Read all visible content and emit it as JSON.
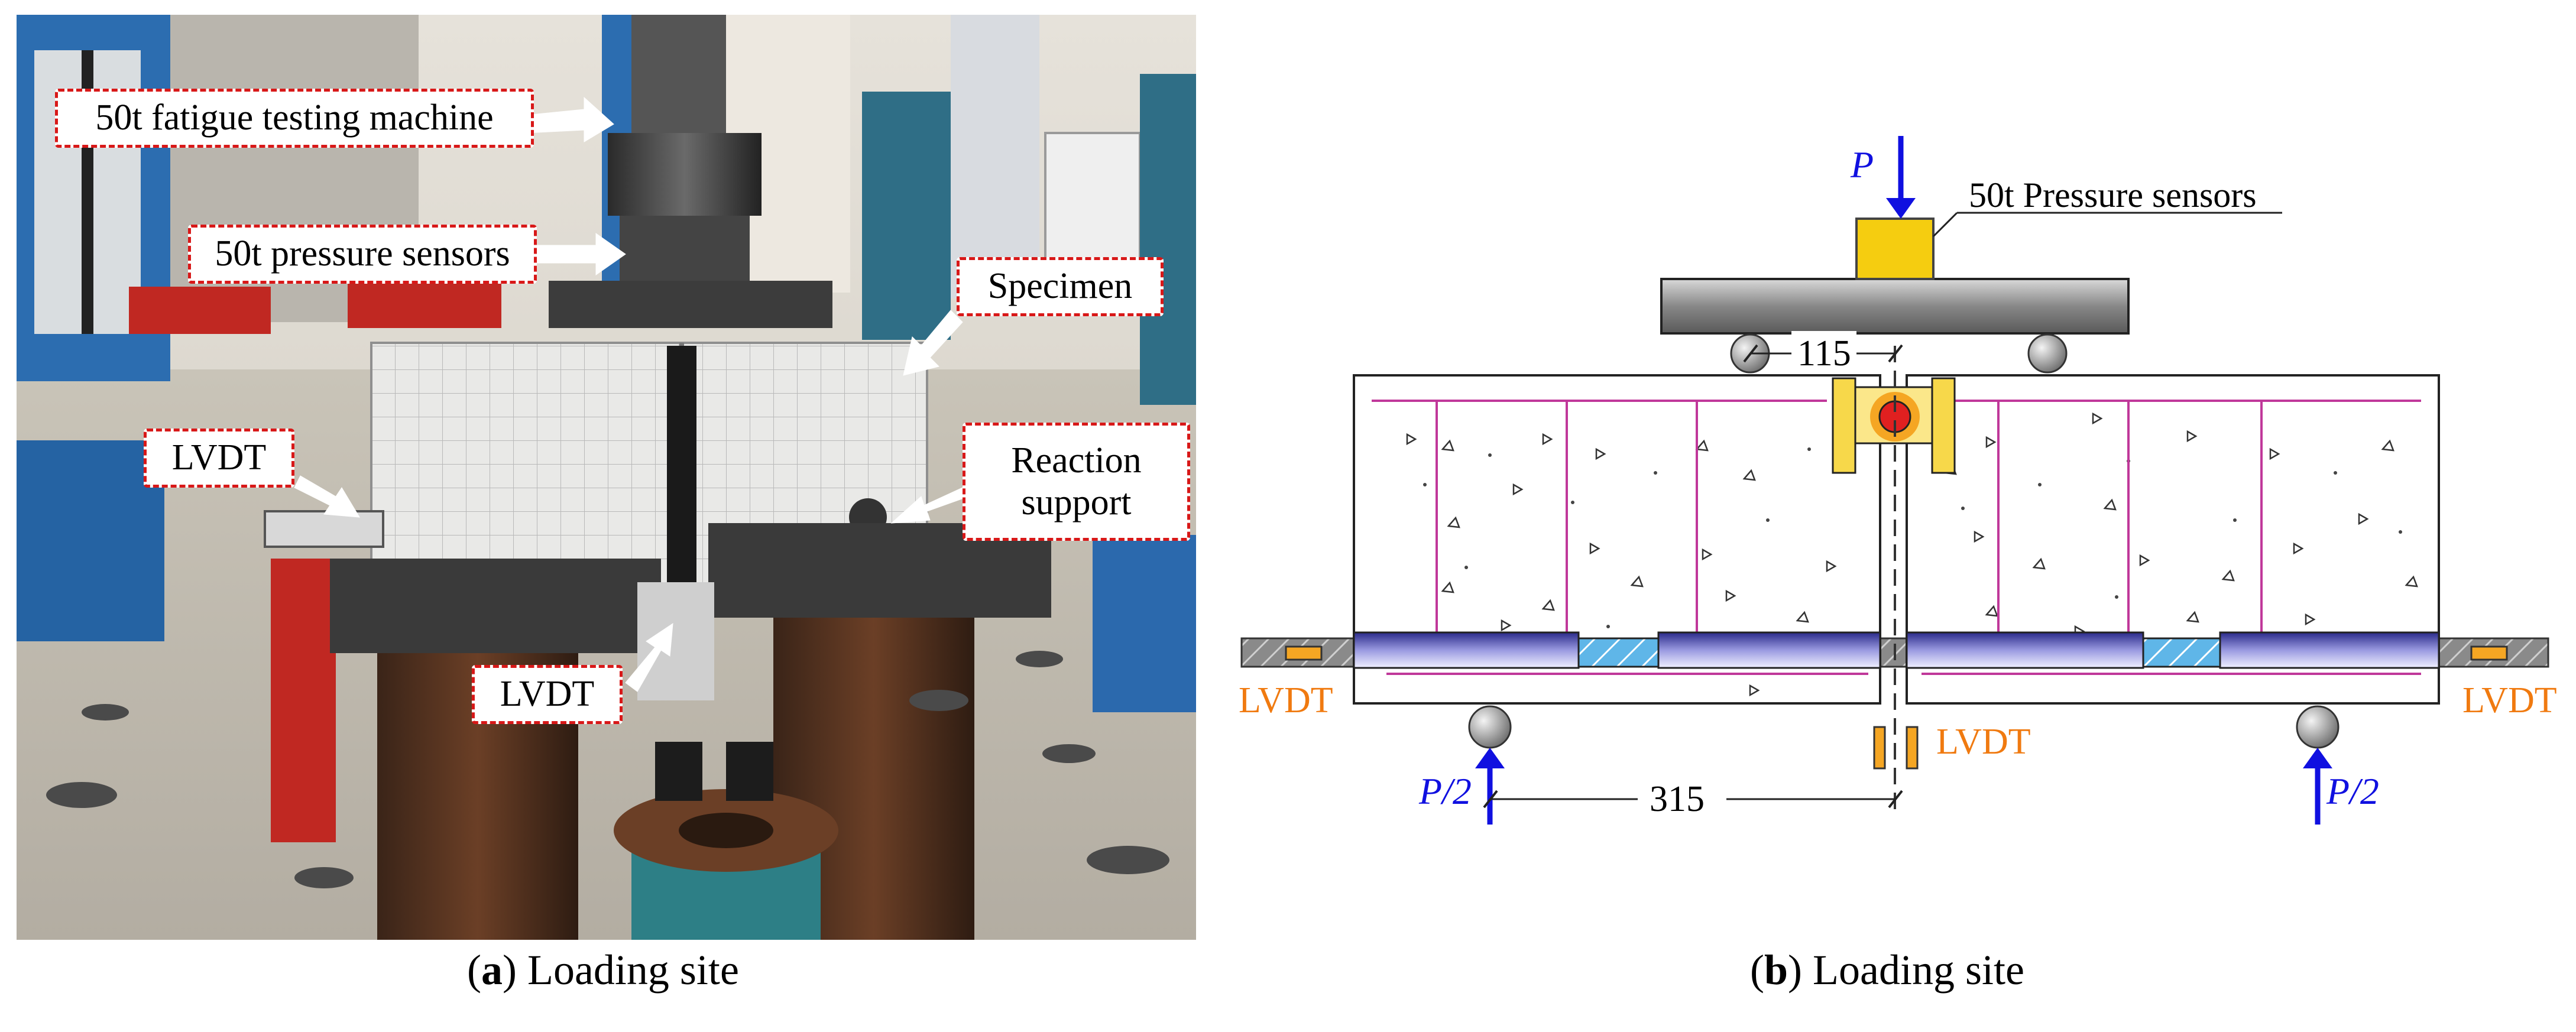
{
  "photo": {
    "labels": {
      "machine": "50t fatigue testing machine",
      "pressure": "50t pressure sensors",
      "specimen": "Specimen",
      "lvdt_left": "LVDT",
      "lvdt_center": "LVDT",
      "reaction_line1": "Reaction",
      "reaction_line2": "support"
    }
  },
  "diagram": {
    "load_top": "P",
    "sensor_label": "50t Pressure sensors",
    "dim_top": "115",
    "dim_bottom": "315",
    "load_left": "P/2",
    "load_right": "P/2",
    "lvdt_left": "LVDT",
    "lvdt_center": "LVDT",
    "lvdt_right": "LVDT"
  },
  "captions": {
    "a_letter": "a",
    "a_text": " Loading site",
    "b_letter": "b",
    "b_text": " Loading site"
  },
  "colors": {
    "callout_border": "#d81818",
    "load_arrow": "#1010e0",
    "lvdt_label": "#f07a10",
    "sensor": "#f5cd10",
    "rebar": "#c0389a"
  }
}
